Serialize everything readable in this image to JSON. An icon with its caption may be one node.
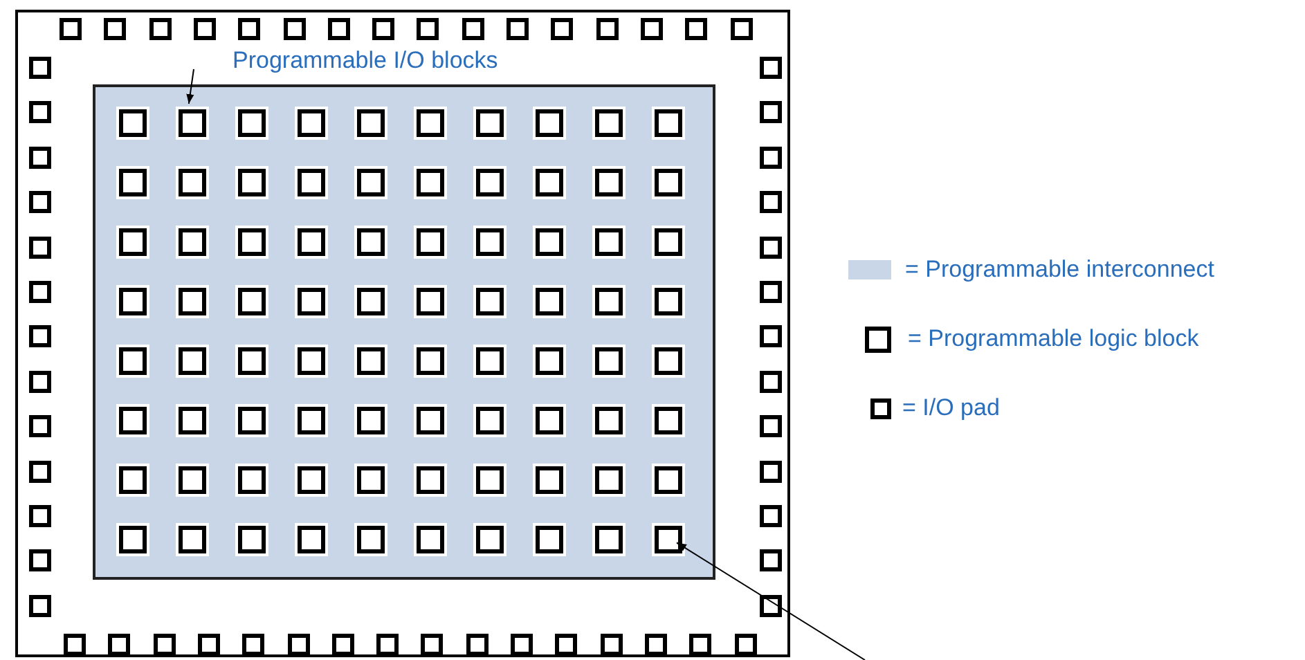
{
  "diagram": {
    "nodes": [
      {
        "text": [],
        "shape": "box"
      },
      {
        "text": [],
        "shape": "box",
        "in": 0
      },
      {
        "text": [],
        "shape": "box",
        "in": 0
      },
      {
        "text": [],
        "shape": "box",
        "in": 0
      },
      {
        "text": [],
        "shape": "box",
        "in": 0
      },
      {
        "text": [],
        "shape": "box",
        "in": 0
      },
      {
        "text": [],
        "shape": "box",
        "in": 0
      },
      {
        "text": [],
        "shape": "box",
        "in": 0
      },
      {
        "text": [],
        "shape": "box",
        "in": 0
      },
      {
        "text": [],
        "shape": "box",
        "in": 0
      },
      {
        "text": [],
        "shape": "box",
        "in": 0
      },
      {
        "text": [],
        "shape": "box",
        "in": 0
      },
      {
        "text": [],
        "shape": "box",
        "in": 0
      },
      {
        "text": [],
        "shape": "box",
        "in": 0
      },
      {
        "text": [],
        "shape": "box",
        "in": 0
      },
      {
        "text": [],
        "shape": "box",
        "in": 0
      },
      {
        "text": [],
        "shape": "box",
        "in": 0
      },
      {
        "text": [],
        "shape": "box",
        "in": 0
      },
      {
        "text": [],
        "shape": "box",
        "in": 17
      },
      {
        "text": [],
        "shape": "box",
        "in": 17
      },
      {
        "text": [],
        "shape": "box",
        "in": 17
      },
      {
        "text": [],
        "shape": "box",
        "in": 17
      },
      {
        "text": [],
        "shape": "box",
        "in": 17
      },
      {
        "text": [],
        "shape": "box",
        "in": 17
      },
      {
        "text": [],
        "shape": "box",
        "in": 17
      },
      {
        "text": [],
        "shape": "box",
        "in": 17
      },
      {
        "text": [],
        "shape": "box",
        "in": 17
      },
      {
        "text": [],
        "shape": "box",
        "in": 17
      },
      {
        "text": [],
        "shape": "box",
        "in": 17
      },
      {
        "text": [],
        "shape": "box",
        "in": 17
      },
      {
        "text": [],
        "shape": "box",
        "in": 17
      },
      {
        "text": [],
        "shape": "box",
        "in": 17
      },
      {
        "text": [],
        "shape": "box",
        "in": 17
      },
      {
        "text": [],
        "shape": "box",
        "in": 17
      },
      {
        "text": [],
        "shape": "box",
        "in": 17
      },
      {
        "text": [],
        "shape": "box",
        "in": 17
      },
      {
        "text": [],
        "shape": "box",
        "in": 17
      },
      {
        "text": [],
        "shape": "box",
        "in": 17
      },
      {
        "text": [],
        "shape": "box",
        "in": 17
      },
      {
        "text": [],
        "shape": "box",
        "in": 17
      },
      {
        "text": [],
        "shape": "box",
        "in": 17
      },
      {
        "text": [],
        "shape": "box",
        "in": 17
      },
      {
        "text": [],
        "shape": "box",
        "in": 17
      },
      {
        "text": [],
        "shape": "box",
        "in": 17
      },
      {
        "text": [],
        "shape": "box",
        "in": 17
      },
      {
        "text": [],
        "shape": "box",
        "in": 17
      },
      {
        "text": [],
        "shape": "box",
        "in": 17
      },
      {
        "text": [],
        "shape": "box",
        "in": 17
      },
      {
        "text": [],
        "shape": "box",
        "in": 17
      },
      {
        "text": [],
        "shape": "box",
        "in": 17
      },
      {
        "text": [],
        "shape": "box",
        "in": 17
      },
      {
        "text": [],
        "shape": "box",
        "in": 17
      },
      {
        "text": [],
        "shape": "box",
        "in": 17
      },
      {
        "text": [],
        "shape": "box",
        "in": 17
      },
      {
        "text": [],
        "shape": "box",
        "in": 17
      },
      {
        "text": [],
        "shape": "box",
        "in": 17
      },
      {
        "text": [],
        "shape": "box",
        "in": 17
      },
      {
        "text": [],
        "shape": "box",
        "in": 17
      },
      {
        "text": [],
        "shape": "box",
        "in": 17
      },
      {
        "text": [],
        "shape": "box",
        "in": 17
      },
      {
        "text": [],
        "shape": "box",
        "in": 17
      },
      {
        "text": [],
        "shape": "box",
        "in": 17
      },
      {
        "text": [],
        "shape": "box",
        "in": 17
      },
      {
        "text": [],
        "shape": "box",
        "in": 17
      },
      {
        "text": [],
        "shape": "box",
        "in": 17
      },
      {
        "text": [],
        "shape": "box",
        "in": 17
      },
      {
        "text": [],
        "shape": "box",
        "in": 17
      },
      {
        "text": [],
        "shape": "box",
        "in": 17
      },
      {
        "text": [],
        "shape": "box",
        "in": 17
      },
      {
        "text": [],
        "shape": "box",
        "in": 17
      },
      {
        "text": [],
        "shape": "box",
        "in": 17
      },
      {
        "text": [],
        "shape": "box",
        "in": 17
      },
      {
        "text": [],
        "shape": "box",
        "in": 17
      },
      {
        "text": [],
        "shape": "box",
        "in": 17
      },
      {
        "text": [],
        "shape": "box",
        "in": 17
      },
      {
        "text": [],
        "shape": "box",
        "in": 17
      },
      {
        "text": [],
        "shape": "box",
        "in": 17
      },
      {
        "text": [],
        "shape": "box",
        "in": 17
      },
      {
        "text": [],
        "shape": "box",
        "in": 17
      },
      {
        "text": [],
        "shape": "box",
        "in": 17
      },
      {
        "text": [],
        "shape": "box",
        "in": 17
      },
      {
        "text": [],
        "shape": "box",
        "in": 17
      },
      {
        "text": [],
        "shape": "box",
        "in": 17
      },
      {
        "text": [],
        "shape": "box",
        "in": 17
      },
      {
        "text": [],
        "shape": "box",
        "in": 17
      },
      {
        "text": [],
        "shape": "box",
        "in": 17
      },
      {
        "text": [],
        "shape": "box",
        "in": 17
      },
      {
        "text": [],
        "shape": "box",
        "in": 17
      },
      {
        "text": [],
        "shape": "box",
        "in": 17
      },
      {
        "text": [],
        "shape": "box",
        "in": 17
      },
      {
        "text": [],
        "shape": "box",
        "in": 17
      },
      {
        "text": [],
        "shape": "box",
        "in": 17
      },
      {
        "text": [],
        "shape": "box",
        "in": 17
      },
      {
        "text": [],
        "shape": "box",
        "in": 17
      },
      {
        "text": [],
        "shape": "box",
        "in": 17
      },
      {
        "text": [],
        "shape": "box",
        "in": 17
      },
      {
        "text": [],
        "shape": "box",
        "in": 17
      },
      {
        "text": [],
        "shape": "box",
        "in": 17
      },
      {
        "text": [],
        "shape": "box",
        "in": 0
      },
      {
        "text": [],
        "shape": "box",
        "in": 0
      },
      {
        "text": [],
        "shape": "box",
        "in": 0
      },
      {
        "text": [],
        "shape": "box",
        "in": 0
      },
      {
        "text": [],
        "shape": "box",
        "in": 0
      },
      {
        "text": [],
        "shape": "box",
        "in": 0
      },
      {
        "text": [],
        "shape": "box",
        "in": 0
      },
      {
        "text": [],
        "shape": "box",
        "in": 0
      },
      {
        "text": [],
        "shape": "box",
        "in": 0
      },
      {
        "text": [],
        "shape": "box",
        "in": 0
      },
      {
        "text": [],
        "shape": "box",
        "in": 0
      },
      {
        "text": [],
        "shape": "box",
        "in": 0
      },
      {
        "text": [],
        "shape": "box",
        "in": 0
      },
      {
        "text": [],
        "shape": "box",
        "in": 0
      },
      {
        "text": [],
        "shape": "box",
        "in": 0
      },
      {
        "text": [],
        "shape": "box",
        "in": 0
      },
      {
        "text": [],
        "shape": "box",
        "in": 0
      },
      {
        "text": [],
        "shape": "box",
        "in": 0
      },
      {
        "text": [],
        "shape": "box",
        "in": 0
      },
      {
        "text": [],
        "shape": "box",
        "in": 0
      },
      {
        "text": [],
        "shape": "box",
        "in": 0
      },
      {
        "text": [],
        "shape": "box",
        "in": 0
      },
      {
        "text": [],
        "shape": "box",
        "in": 0
      },
      {
        "text": [],
        "shape": "box",
        "in": 0
      },
      {
        "text": [],
        "shape": "box",
        "in": 0
      },
      {
        "text": [],
        "shape": "box",
        "in": 0
      },
      {
        "text": [],
        "shape": "box",
        "in": 0
      },
      {
        "text": [],
        "shape": "box",
        "in": 0
      },
      {
        "text": [],
        "shape": "box",
        "in": 0
      },
      {
        "text": [],
        "shape": "box",
        "in": 0
      },
      {
        "text": [],
        "shape": "box",
        "in": 0
      },
      {
        "text": [],
        "shape": "box",
        "in": 0
      },
      {
        "text": [],
        "shape": "box",
        "in": 0
      },
      {
        "text": [],
        "shape": "box",
        "in": 0
      },
      {
        "text": [],
        "shape": "box",
        "in": 0
      },
      {
        "text": [],
        "shape": "box",
        "in": 0
      },
      {
        "text": [],
        "shape": "box",
        "in": 0
      },
      {
        "text": [],
        "shape": "box",
        "in": 0
      },
      {
        "text": [],
        "shape": "box",
        "in": 0
      },
      {
        "text": [],
        "shape": "box",
        "in": 0
      },
      {
        "text": [],
        "shape": "box",
        "in": 0
      },
      {
        "text": [],
        "shape": "box",
        "in": 0
      }
    ],
    "edges": [
      {
        "from": null,
        "to": 19,
        "arrow": "to"
      },
      {
        "from": null,
        "to": 97,
        "arrow": "to"
      }
    ],
    "labels": [
      "Programmable I/O blocks"
    ],
    "legend": [
      {
        "text": "= Programmable interconnect",
        "color": "#c9d6e8"
      },
      {
        "text": "= Programmable logic block"
      },
      {
        "text": "= I/O pad"
      }
    ]
  }
}
